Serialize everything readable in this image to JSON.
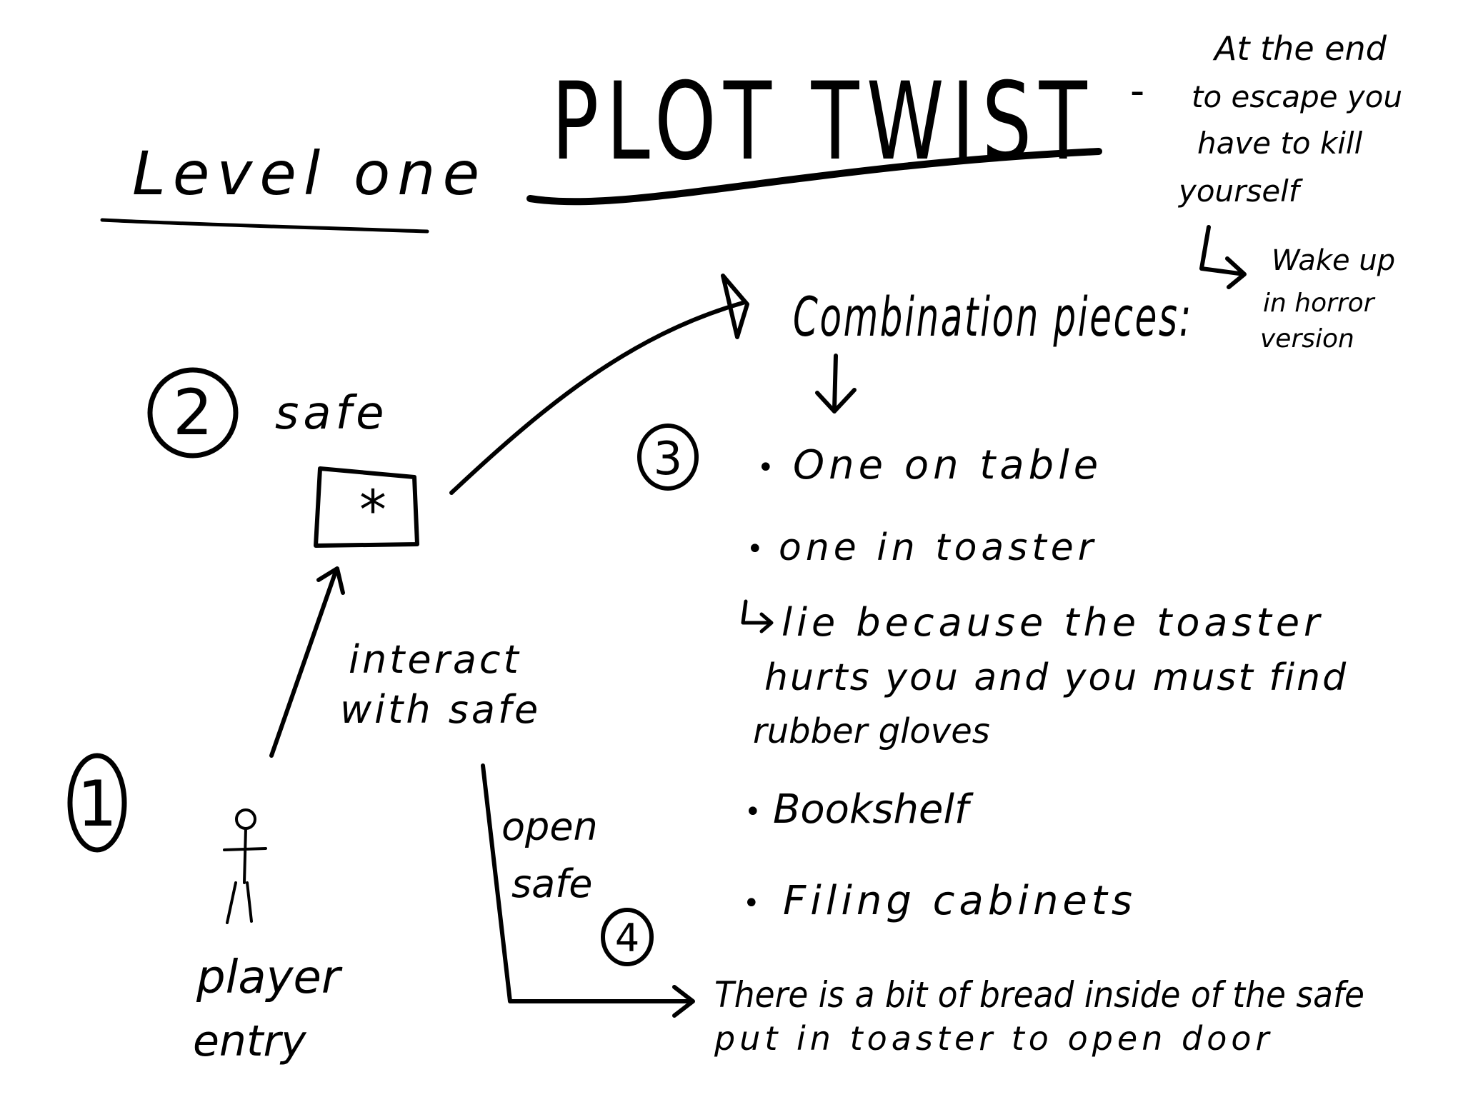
{
  "level_heading": "Level one",
  "plot_twist": {
    "heading": "PLOT TWIST",
    "dash": "-",
    "note_lines": [
      "At the end",
      "to escape you",
      "have to kill",
      "yourself"
    ],
    "consequence_lines": [
      "Wake up",
      "in horror",
      "version"
    ]
  },
  "steps": {
    "player_entry": {
      "number": "1",
      "label_lines": [
        "player",
        "entry"
      ]
    },
    "safe": {
      "number": "2",
      "label": "safe",
      "safe_glyph": "*"
    },
    "interact": {
      "label_lines": [
        "interact",
        "with safe"
      ]
    },
    "combination": {
      "number": "3",
      "heading": "Combination pieces:",
      "bullet_glyph": "•",
      "items": [
        "One on table",
        "one in toaster",
        "Bookshelf",
        "Filing cabinets"
      ],
      "toaster_note_lines": [
        "lie because the toaster",
        "hurts you and you must find",
        "rubber gloves"
      ]
    },
    "open_safe": {
      "number": "4",
      "label_lines": [
        "open",
        "safe"
      ],
      "result_lines": [
        "There is a bit of bread inside of the safe",
        "put in toaster to open door"
      ]
    }
  }
}
